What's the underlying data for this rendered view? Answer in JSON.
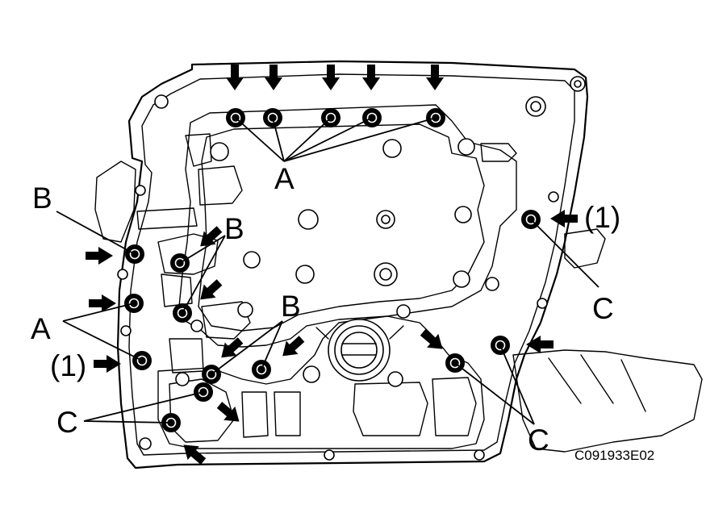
{
  "labels": {
    "a": "A",
    "b": "B",
    "c": "C",
    "one": "(1)"
  },
  "figure_code": "C091933E02"
}
